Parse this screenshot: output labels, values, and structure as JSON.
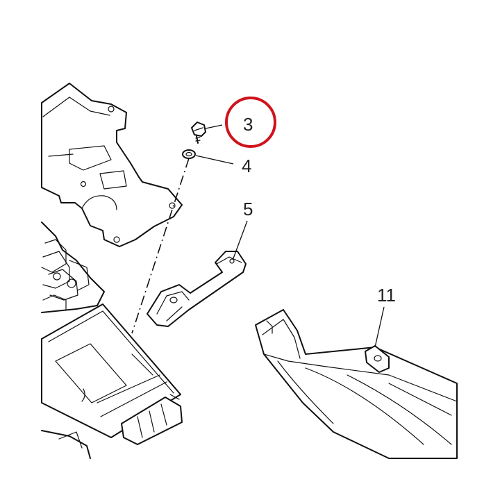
{
  "callouts": {
    "part_3": "3",
    "part_4": "4",
    "part_5": "5",
    "part_11": "11"
  },
  "highlight": {
    "target": "3",
    "color": "#d0121b"
  },
  "colors": {
    "line": "#111111",
    "label": "#222222",
    "background": "#ffffff"
  }
}
